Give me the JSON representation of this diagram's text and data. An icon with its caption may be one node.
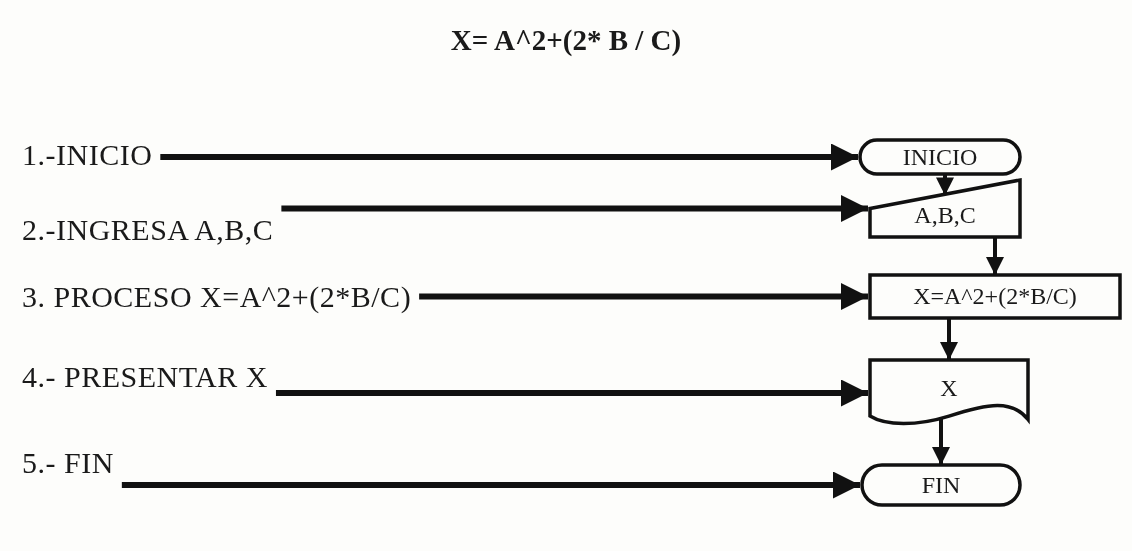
{
  "diagram": {
    "title": "X= A^2+(2* B / C)",
    "nodes": [
      {
        "text": [
          "1.-INICIO"
        ]
      },
      {
        "text": [
          "2.-INGRESA A,B,C"
        ]
      },
      {
        "text": [
          "3. PROCESO X=A^2+(2*B/C)"
        ]
      },
      {
        "text": [
          "4.- PRESENTAR X"
        ]
      },
      {
        "text": [
          "5.- FIN"
        ]
      },
      {
        "text": [
          "INICIO"
        ]
      },
      {
        "text": [
          "A,B,C"
        ]
      },
      {
        "text": [
          "X=A^2+(2*B/C)"
        ]
      },
      {
        "text": [
          "X"
        ]
      },
      {
        "text": [
          "FIN"
        ]
      }
    ],
    "edges": [
      {
        "from": 0,
        "to": 5,
        "arrow": "to"
      },
      {
        "from": 1,
        "to": 6,
        "arrow": "to"
      },
      {
        "from": 2,
        "to": 7,
        "arrow": "to"
      },
      {
        "from": 3,
        "to": 8,
        "arrow": "to"
      },
      {
        "from": 4,
        "to": 9,
        "arrow": "to"
      },
      {
        "from": 5,
        "to": 6,
        "arrow": "to"
      },
      {
        "from": 6,
        "to": 7,
        "arrow": "to"
      },
      {
        "from": 7,
        "to": 8,
        "arrow": "to"
      },
      {
        "from": 8,
        "to": 9,
        "arrow": "to"
      }
    ]
  }
}
